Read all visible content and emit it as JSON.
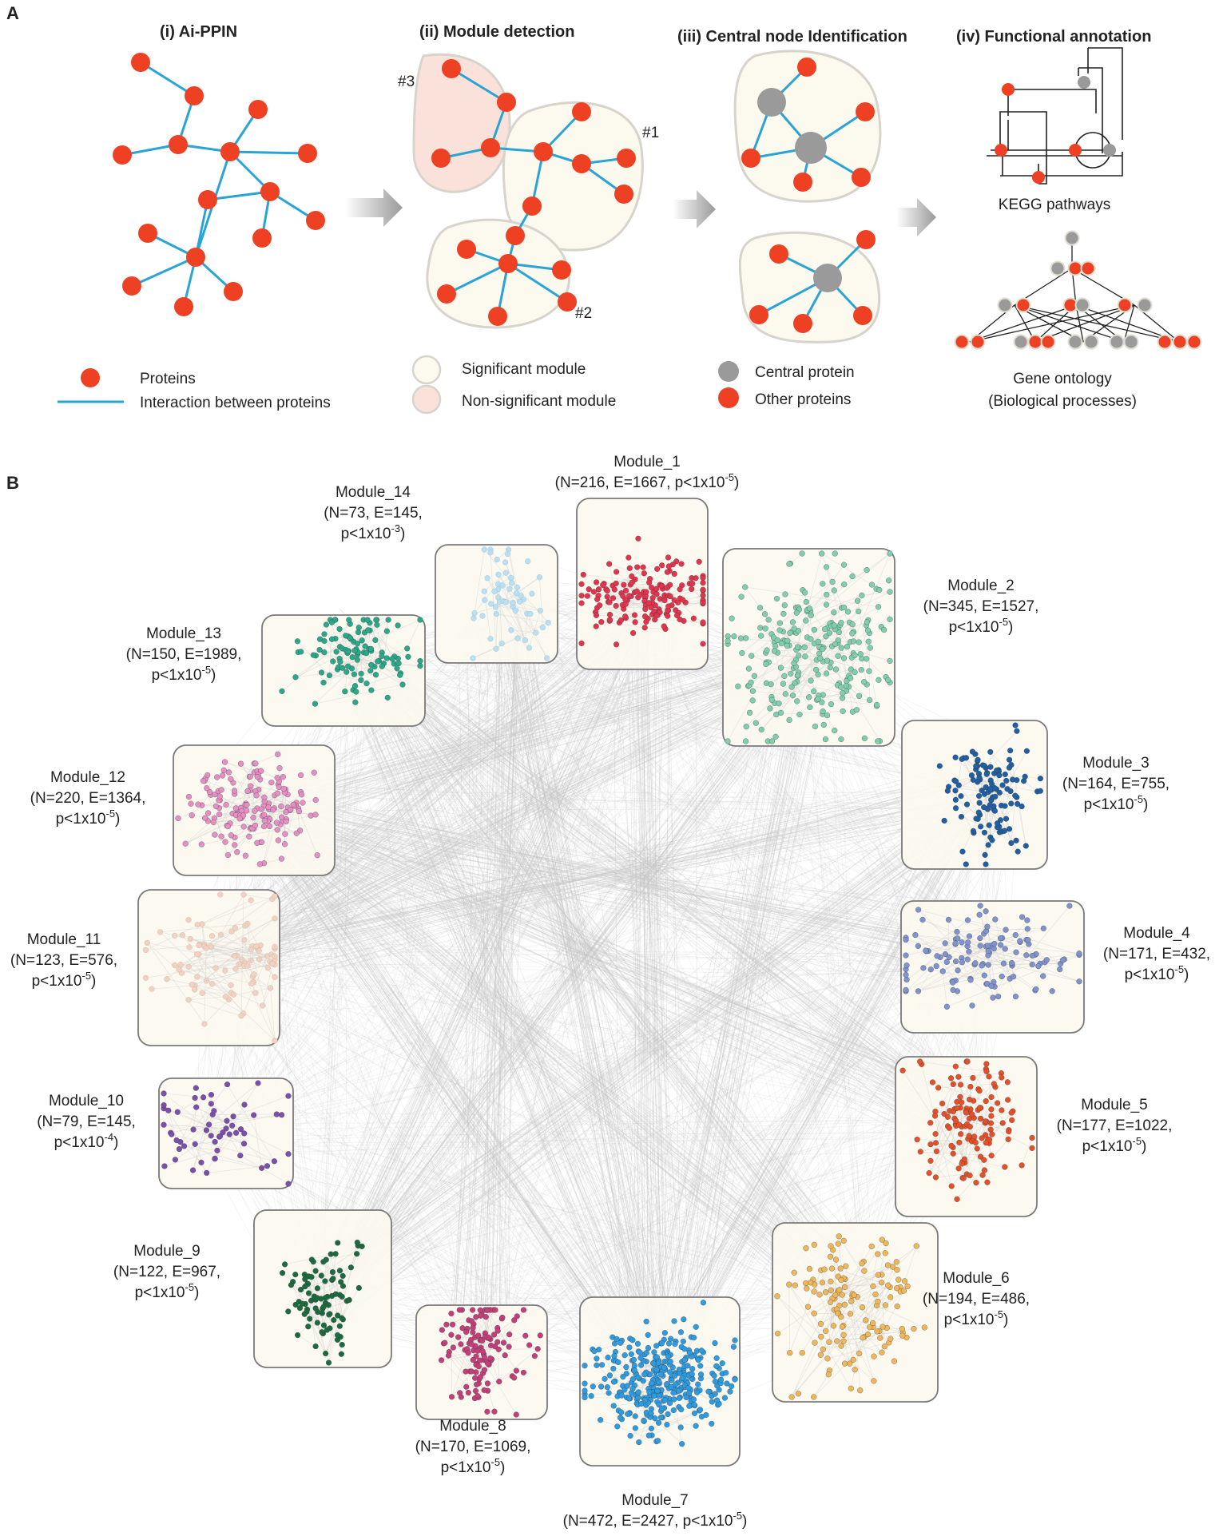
{
  "panel_a": {
    "label": "A",
    "steps": [
      {
        "title": "(i) Ai-PPIN"
      },
      {
        "title": "(ii) Module detection"
      },
      {
        "title": "(iii) Central node Identification"
      },
      {
        "title": "(iv) Functional annotation"
      }
    ],
    "module_tags": [
      "#3",
      "#1",
      "#2"
    ],
    "legend_i": {
      "proteins": "Proteins",
      "interaction": "Interaction between proteins"
    },
    "legend_ii": {
      "significant": "Significant module",
      "non_significant": "Non-significant module"
    },
    "legend_iii": {
      "central": "Central protein",
      "other": "Other proteins"
    },
    "kegg_label": "KEGG pathways",
    "go_label_1": "Gene ontology",
    "go_label_2": "(Biological processes)"
  },
  "panel_b": {
    "label": "B",
    "modules": [
      {
        "id": "m1",
        "name": "Module_1",
        "lines": [
          "(N=216, E=1667, p<1x10",
          "-5",
          ")"
        ],
        "one_line": true,
        "n": 216,
        "e": 1667,
        "color": "#e3334d"
      },
      {
        "id": "m2",
        "name": "Module_2",
        "l1": "(N=345, E=1527,",
        "l2": "p<1x10",
        "exp": "-5",
        "n": 345,
        "e": 1527,
        "color": "#7fcfae"
      },
      {
        "id": "m3",
        "name": "Module_3",
        "l1": "(N=164, E=755,",
        "l2": "p<1x10",
        "exp": "-5",
        "n": 164,
        "e": 755,
        "color": "#1f5fa3"
      },
      {
        "id": "m4",
        "name": "Module_4",
        "l1": "(N=171, E=432,",
        "l2": "p<1x10",
        "exp": "-5",
        "n": 171,
        "e": 432,
        "color": "#7f93cf"
      },
      {
        "id": "m5",
        "name": "Module_5",
        "l1": "(N=177, E=1022,",
        "l2": "p<1x10",
        "exp": "-5",
        "n": 177,
        "e": 1022,
        "color": "#e5502a"
      },
      {
        "id": "m6",
        "name": "Module_6",
        "l1": "(N=194, E=486,",
        "l2": "p<1x10",
        "exp": "-5",
        "n": 194,
        "e": 486,
        "color": "#efb75a"
      },
      {
        "id": "m7",
        "name": "Module_7",
        "lines": [
          "(N=472, E=2427, p<1x10",
          "-5",
          ")"
        ],
        "one_line": true,
        "n": 472,
        "e": 2427,
        "color": "#2e9be0"
      },
      {
        "id": "m8",
        "name": "Module_8",
        "l1": "(N=170, E=1069,",
        "l2": "p<1x10",
        "exp": "-5",
        "n": 170,
        "e": 1069,
        "color": "#c43f7a"
      },
      {
        "id": "m9",
        "name": "Module_9",
        "l1": "(N=122, E=967,",
        "l2": "p<1x10",
        "exp": "-5",
        "n": 122,
        "e": 967,
        "color": "#1c6b3e"
      },
      {
        "id": "m10",
        "name": "Module_10",
        "l1": "(N=79, E=145,",
        "l2": "p<1x10",
        "exp": "-4",
        "n": 79,
        "e": 145,
        "color": "#7a4fae"
      },
      {
        "id": "m11",
        "name": "Module_11",
        "l1": "(N=123, E=576,",
        "l2": "p<1x10",
        "exp": "-5",
        "n": 123,
        "e": 576,
        "color": "#f1d2c2"
      },
      {
        "id": "m12",
        "name": "Module_12",
        "l1": "(N=220, E=1364,",
        "l2": "p<1x10",
        "exp": "-5",
        "n": 220,
        "e": 1364,
        "color": "#e58fc4"
      },
      {
        "id": "m13",
        "name": "Module_13",
        "l1": "(N=150, E=1989,",
        "l2": "p<1x10",
        "exp": "-5",
        "n": 150,
        "e": 1989,
        "color": "#29a88a"
      },
      {
        "id": "m14",
        "name": "Module_14",
        "l1": "(N=73, E=145,",
        "l2": "p<1x10",
        "exp": "-3",
        "n": 73,
        "e": 145,
        "color": "#b9dff0"
      }
    ]
  },
  "colors": {
    "protein": "#ee4023",
    "edge": "#2aa4d6",
    "central": "#9a9a9a",
    "box_fill": "#fcf9ef",
    "non_sig_fill": "#fae1da"
  }
}
